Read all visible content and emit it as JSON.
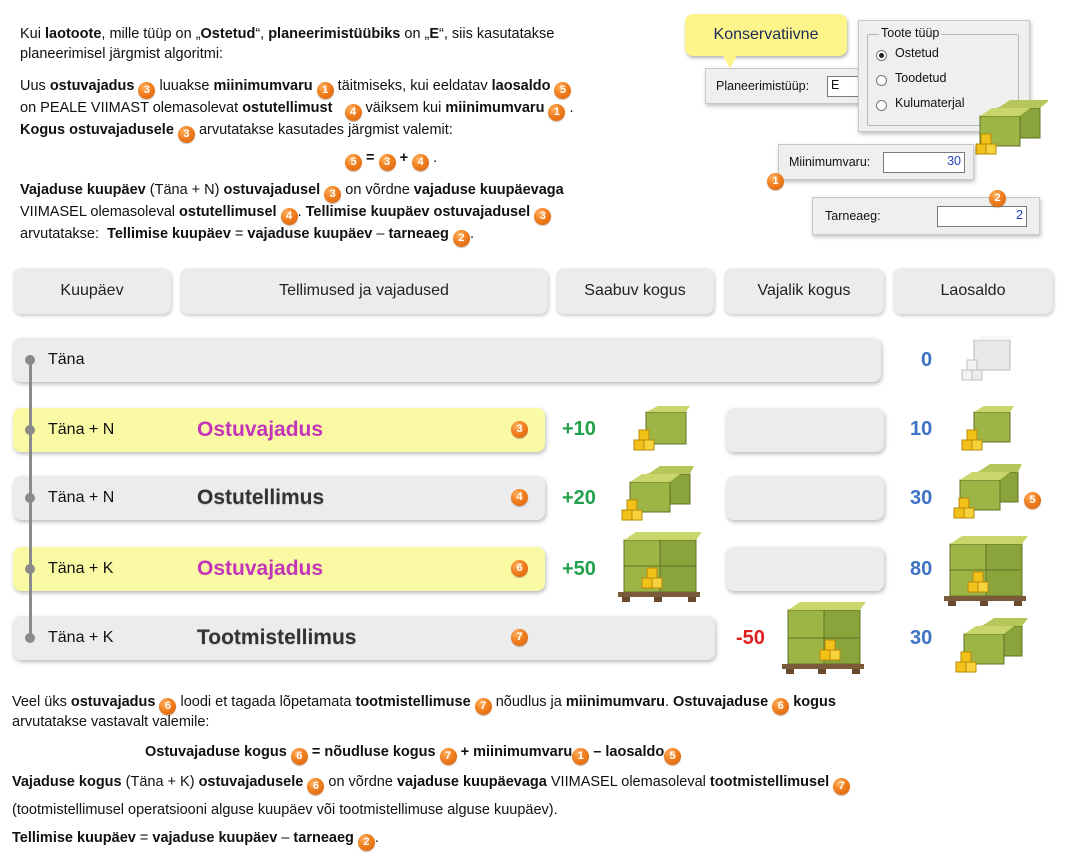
{
  "intro": {
    "line1": {
      "p1": "Kui ",
      "b1": "laotoote",
      "p2": ", mille tüüp on „",
      "b2": "Ostetud",
      "p3": "“, ",
      "b3": "planeerimistüübiks",
      "p4": " on „",
      "b4": "E",
      "p5": "“, siis kasutatakse"
    },
    "line2": "planeerimisel järgmist algoritmi:",
    "line3": {
      "p1": "Uus ",
      "b1": "ostuvajadus",
      "badge1": "3",
      "p2": " luuakse ",
      "b2": "miinimumvaru",
      "badge2": "1",
      "p3": " täitmiseks, kui eeldatav ",
      "b3": "laosaldo",
      "badge3": "5"
    },
    "line4": {
      "p1": "on PEALE VIIMAST olemasolevat ",
      "b1": "ostutellimust",
      "badge1": "4",
      "p2": " väiksem kui ",
      "b2": "miinimumvaru",
      "badge2": "1",
      "p3": "."
    },
    "line5": {
      "b1": "Kogus ostuvajadusele",
      "badge1": "3",
      "p1": " arvutatakse kasutades järgmist valemit:"
    },
    "formula": {
      "badge1": "5",
      "eq": "=",
      "badge2": "3",
      "plus": "+",
      "badge3": "4",
      "end": "."
    },
    "line7": {
      "b1": "Vajaduse kuupäev",
      "p1": " (Täna + N) ",
      "b2": "ostuvajadusel",
      "badge1": "3",
      "p2": " on võrdne ",
      "b3": "vajaduse kuupäevaga"
    },
    "line8": {
      "p1": "VIIMASEL olemasoleval ",
      "b1": "ostutellimusel",
      "badge1": "4",
      "p2": ". ",
      "b2": "Tellimise kuupäev ostuvajadusel",
      "badge2": "3"
    },
    "line9": {
      "p1": "arvutatakse: ",
      "b1": "Tellimise kuupäev",
      "p2": " = ",
      "b2": "vajaduse kuupäev",
      "p3": " – ",
      "b3": "tarneaeg",
      "badge1": "2",
      "p4": "."
    }
  },
  "callout": {
    "label": "Konservatiivne"
  },
  "planning_dialog": {
    "label": "Planeerimistüüp:",
    "value": "E"
  },
  "product_type": {
    "legend": "Toote tüüp",
    "options": [
      {
        "label": "Ostetud",
        "selected": true
      },
      {
        "label": "Toodetud",
        "selected": false
      },
      {
        "label": "Kulumaterjal",
        "selected": false
      }
    ]
  },
  "min_stock": {
    "label": "Miinimumvaru:",
    "value": "30",
    "badge": "1"
  },
  "lead_time": {
    "label": "Tarneaeg:",
    "value": "2",
    "badge": "2"
  },
  "table": {
    "headers": [
      "Kuupäev",
      "Tellimused ja vajadused",
      "Saabuv kogus",
      "Vajalik kogus",
      "Laosaldo"
    ],
    "rows": [
      {
        "date": "Täna",
        "name": "",
        "badge": "",
        "incoming": "",
        "required": "",
        "stock": "0"
      },
      {
        "date": "Täna + N",
        "name": "Ostuvajadus",
        "badge": "3",
        "incoming": "+10",
        "required": "",
        "stock": "10"
      },
      {
        "date": "Täna + N",
        "name": "Ostutellimus",
        "badge": "4",
        "incoming": "+20",
        "required": "",
        "stock": "30",
        "stock_badge": "5"
      },
      {
        "date": "Täna + K",
        "name": "Ostuvajadus",
        "badge": "6",
        "incoming": "+50",
        "required": "",
        "stock": "80"
      },
      {
        "date": "Täna + K",
        "name": "Tootmistellimus",
        "badge": "7",
        "incoming": "",
        "required": "-50",
        "stock": "30"
      }
    ]
  },
  "outro": {
    "line1": {
      "p1": "Veel üks ",
      "b1": "ostuvajadus",
      "badge1": "6",
      "p2": " loodi et tagada lõpetamata ",
      "b2": "tootmistellimuse",
      "badge2": "7",
      "p3": " nõudlus ja ",
      "b3": "miinimumvaru",
      "p4": ". ",
      "b4": "Ostuvajaduse",
      "badge3": "6",
      "b5": "kogus"
    },
    "line2": "arvutatakse vastavalt valemile:",
    "formula": {
      "b1": "Ostuvajaduse kogus",
      "badge1": "6",
      "eq": "=",
      "b2": "nõudluse kogus",
      "badge2": "7",
      "plus": "+",
      "b3": "miinimumvaru",
      "badge3": "1",
      "minus": "–",
      "b4": "laosaldo",
      "badge4": "5"
    },
    "line4": {
      "b1": "Vajaduse kogus",
      "p1": " (Täna + K) ",
      "b2": "ostuvajadusele",
      "badge1": "6",
      "p2": " on võrdne ",
      "b3": "vajaduse kuupäevaga",
      "p3": " VIIMASEL olemasoleval ",
      "b4": "tootmistellimusel",
      "badge2": "7"
    },
    "line5": "(tootmistellimusel operatsiooni alguse kuupäev või tootmistellimuse alguse kuupäev).",
    "line6": {
      "b1": "Tellimise kuupäev",
      "p1": " = ",
      "b2": "vajaduse kuupäev",
      "p2": " – ",
      "b3": "tarneaeg",
      "badge1": "2",
      "p3": "."
    }
  },
  "colors": {
    "badge": "#f07e1e",
    "pink": "#c234b8",
    "green": "#22a04b",
    "blue": "#3d72c4",
    "red": "#e02020",
    "yellow_row": "#fbfaa4",
    "grey_row": "#ececec"
  },
  "icons": [
    "box-icon",
    "box-stack-icon",
    "pallet-boxes-icon",
    "empty-box-icon"
  ]
}
